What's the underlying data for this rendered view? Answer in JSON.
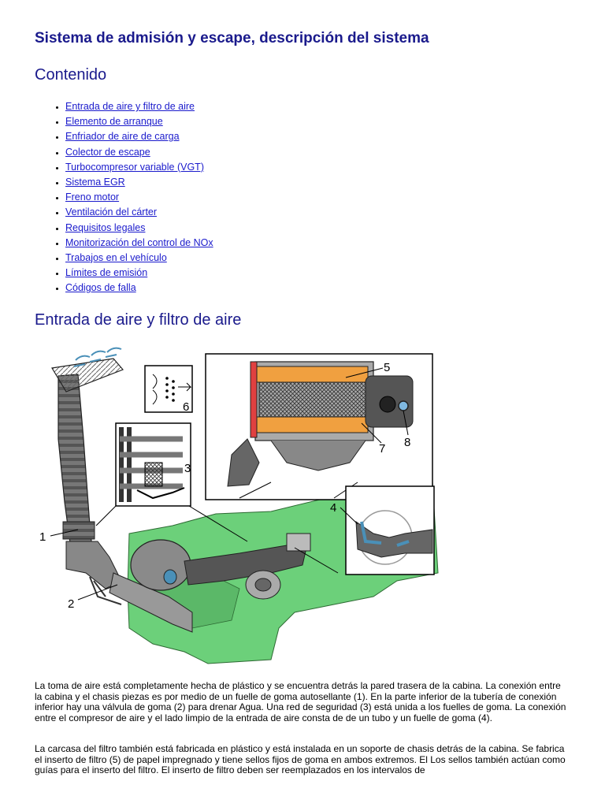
{
  "title": "Sistema de admisión y escape, descripción del sistema",
  "contents_heading": "Contenido",
  "toc": [
    "Entrada de aire y filtro de aire",
    "Elemento de arranque",
    "Enfriador de aire de carga",
    "Colector de escape",
    "Turbocompresor variable (VGT)",
    "Sistema EGR",
    "Freno motor",
    "Ventilación del cárter",
    "Requisitos legales",
    "Monitorización del control de NOx",
    "Trabajos en el vehículo",
    "Límites de emisión",
    "Códigos de falla"
  ],
  "section_heading": "Entrada de aire y filtro de aire",
  "figure_callouts": [
    "1",
    "2",
    "3",
    "4",
    "5",
    "6",
    "7",
    "8"
  ],
  "paragraphs": [
    "La toma de aire está completamente hecha de plástico y se encuentra detrás la pared trasera de la cabina. La conexión entre la cabina y el chasis piezas es por medio de un fuelle de goma autosellante (1). En la parte inferior de la tubería de conexión inferior hay una válvula de goma (2) para drenar Agua. Una red de seguridad (3) está unida a los fuelles de goma. La conexión entre el compresor de aire y el lado limpio de la entrada de aire consta de de un tubo y un fuelle de goma (4).",
    "La carcasa del filtro también está fabricada en plástico y está instalada en un soporte de chasis detrás de la cabina. Se fabrica el inserto de filtro (5) de papel impregnado y tiene sellos fijos de goma en ambos extremos. El Los sellos también actúan como guías para el inserto del filtro. El inserto de filtro deben ser reemplazados en los intervalos de"
  ],
  "colors": {
    "heading": "#1a1a8c",
    "link": "#1a1acc",
    "engine_green": "#6cd07a",
    "filter_orange": "#f0a040"
  }
}
